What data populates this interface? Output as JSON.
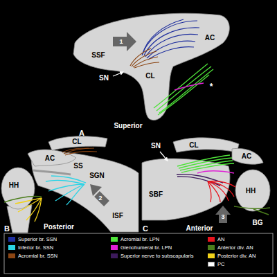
{
  "diagram": {
    "labels": [
      "SSF",
      "AC",
      "1",
      "SN",
      "CL",
      "*",
      "Superior",
      "A",
      "CL",
      "AC",
      "SS",
      "SGN",
      "HH",
      "2",
      "ISF",
      "Posterior",
      "B",
      "SN",
      "CL",
      "AC",
      "SBF",
      "HH",
      "BG",
      "3",
      "Anterior",
      "C"
    ],
    "legend": [
      {
        "text": "Superior br. SSN",
        "color": "#1f2f9e"
      },
      {
        "text": "Inferior br. SSN",
        "color": "#2ad4e6"
      },
      {
        "text": "Acromial br. SSN",
        "color": "#8b4513"
      },
      {
        "text": "Acromial br. LPN",
        "color": "#4fe33a"
      },
      {
        "text": "Glenohumeral br. LPN",
        "color": "#e021d6"
      },
      {
        "text": "Superior nerve to subscapularis",
        "color": "#3d1a5c"
      },
      {
        "text": "AN",
        "color": "#e8141e"
      },
      {
        "text": "Anterior div. AN",
        "color": "#4b7d1c"
      },
      {
        "text": "Posterior div. AN",
        "color": "#f2d21a"
      },
      {
        "text": "PC"
      }
    ]
  }
}
